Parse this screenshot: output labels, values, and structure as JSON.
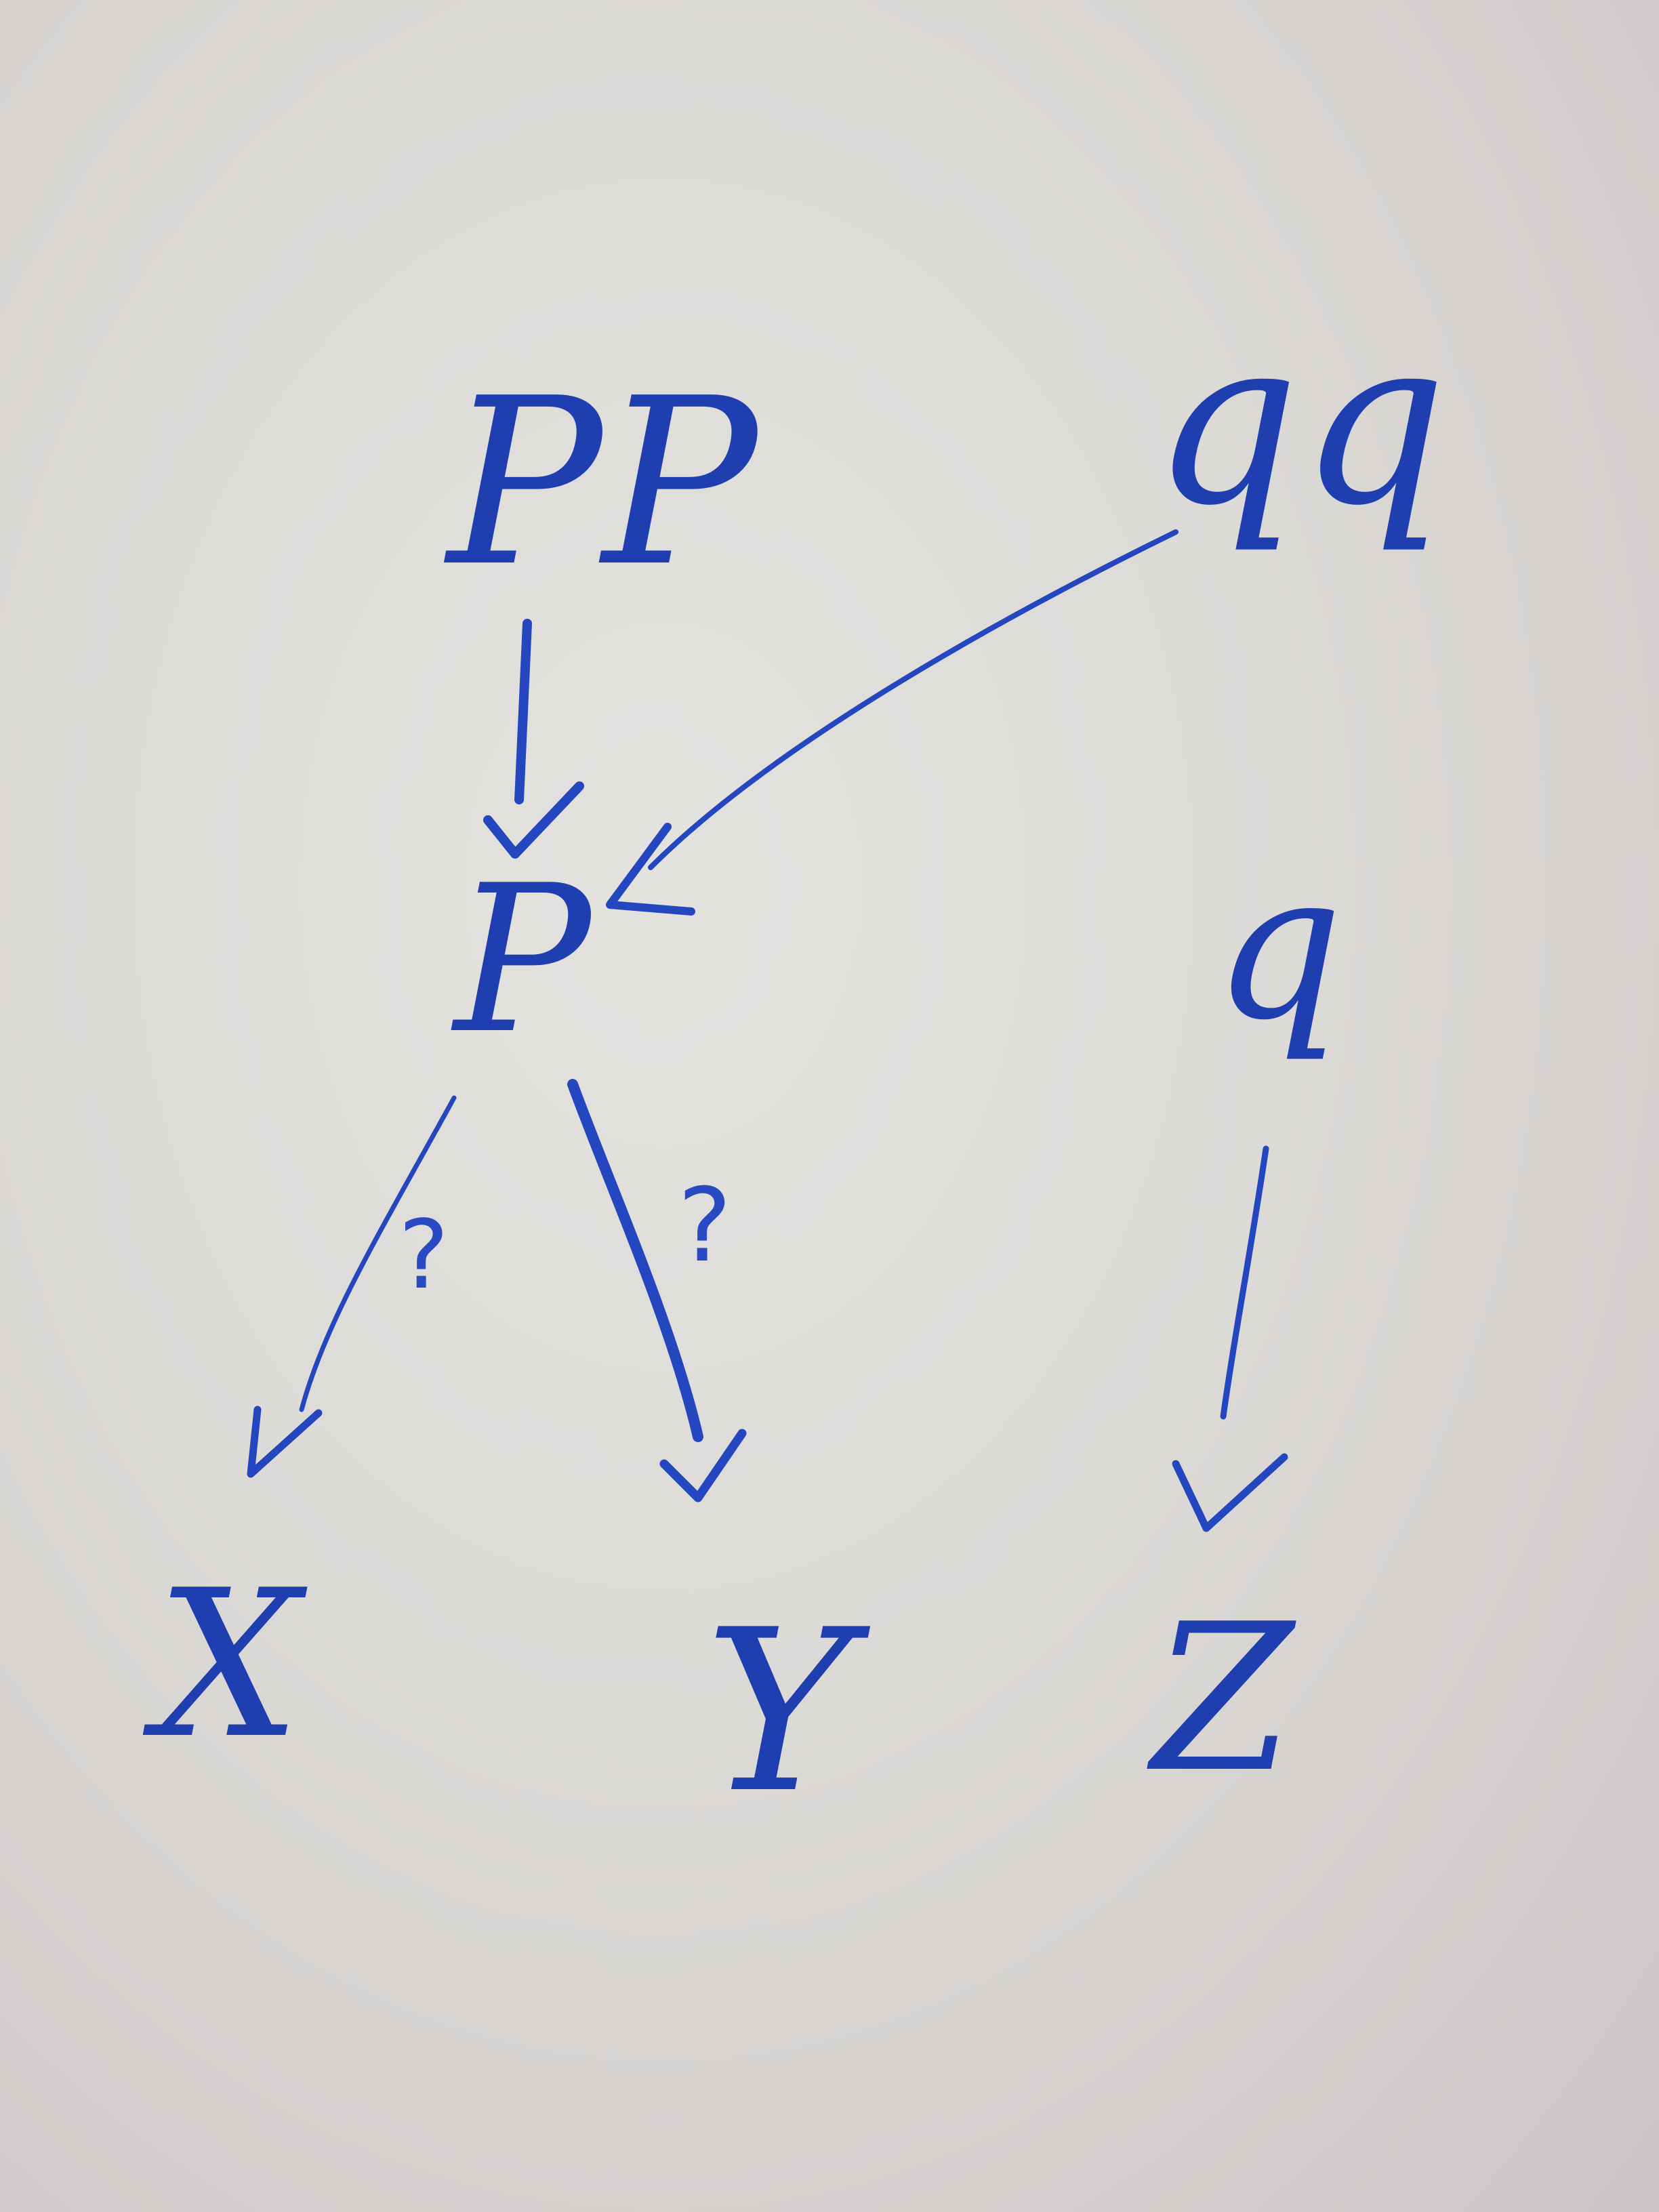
{
  "nodes": {
    "pp": "PP",
    "qq": "qq",
    "p": "P",
    "q": "q",
    "x": "X",
    "y": "Y",
    "z": "Z"
  },
  "edge_labels": {
    "p_to_x": "?",
    "p_to_y": "?"
  },
  "colors": {
    "ink": "#1f3fb0",
    "paper": "#dedcd9"
  }
}
